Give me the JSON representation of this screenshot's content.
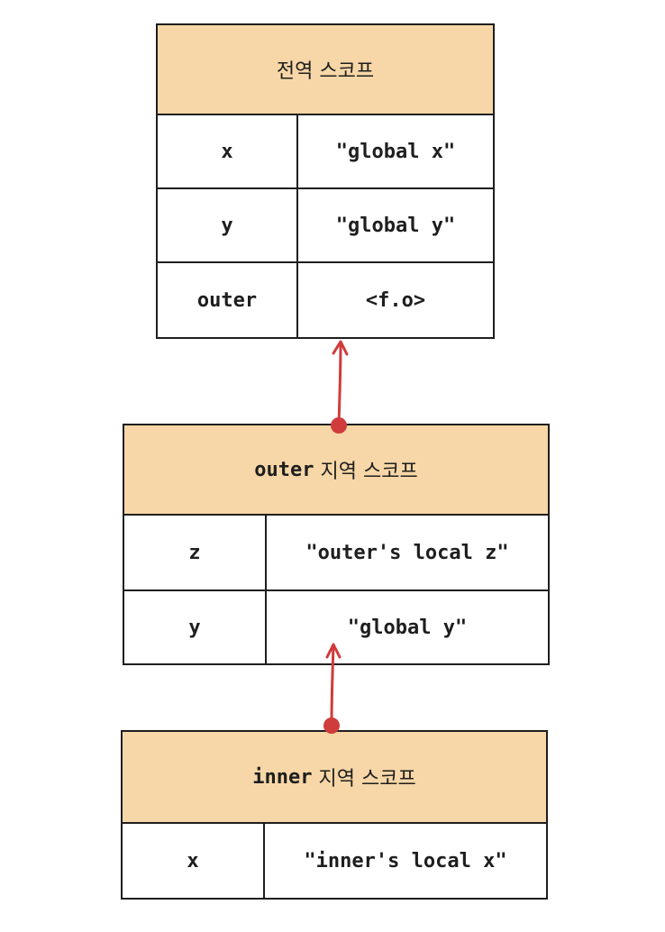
{
  "colors": {
    "header_fill": "#f7d7a7",
    "arrow": "#d03b3b",
    "stroke": "#1e1e1e"
  },
  "global_scope": {
    "title": "전역 스코프",
    "rows": [
      {
        "key": "x",
        "value": "\"global x\""
      },
      {
        "key": "y",
        "value": "\"global y\""
      },
      {
        "key": "outer",
        "value": "<f.o>"
      }
    ]
  },
  "outer_scope": {
    "title_prefix": "outer",
    "title_suffix": " 지역 스코프",
    "rows": [
      {
        "key": "z",
        "value": "\"outer's local z\""
      },
      {
        "key": "y",
        "value": "\"global y\""
      }
    ]
  },
  "inner_scope": {
    "title_prefix": "inner",
    "title_suffix": " 지역 스코프",
    "rows": [
      {
        "key": "x",
        "value": "\"inner's local x\""
      }
    ]
  }
}
